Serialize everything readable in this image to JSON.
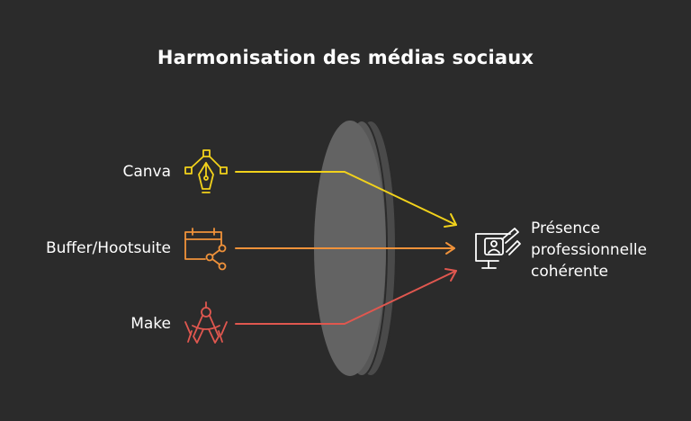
{
  "title": "Harmonisation des médias sociaux",
  "inputs": [
    {
      "label": "Canva",
      "icon": "pen-tool-icon",
      "color": "#f2d21b"
    },
    {
      "label": "Buffer/Hootsuite",
      "icon": "calendar-share-icon",
      "color": "#f0923a"
    },
    {
      "label": "Make",
      "icon": "compass-tool-icon",
      "color": "#e0574f"
    }
  ],
  "lens": {
    "icon": "lens-shape",
    "color": "#5f5f5f"
  },
  "output": {
    "lines": [
      "Présence",
      "professionnelle",
      "cohérente"
    ],
    "icon": "monitor-presentation-icon",
    "color": "#ffffff"
  }
}
